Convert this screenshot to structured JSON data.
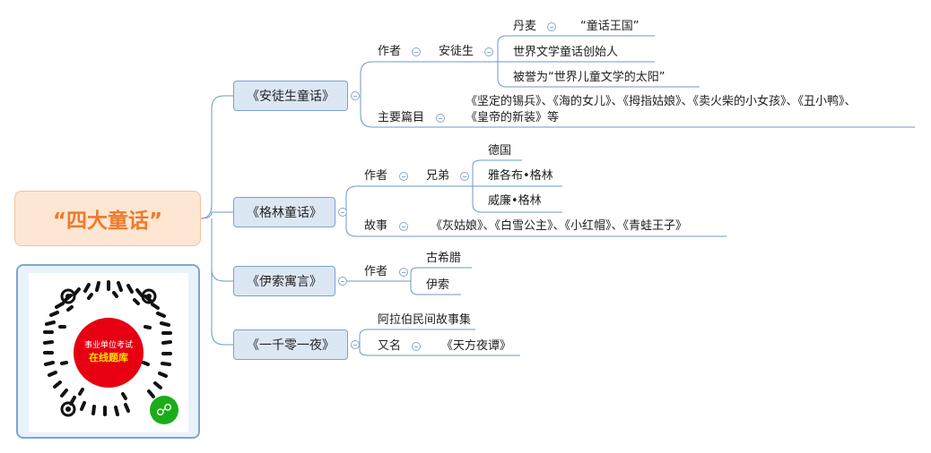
{
  "root": "“四大童话”",
  "topics": {
    "andersen": "《安徒生童话》",
    "grimm": "《格林童话》",
    "aesop": "《伊索寓言》",
    "arabian": "《一千零一夜》"
  },
  "andersen": {
    "author_label": "作者",
    "author": "安徒生",
    "facts": [
      "丹麦",
      "“童话王国”",
      "世界文学童话创始人",
      "被誉为“世界儿童文学的太阳”"
    ],
    "works_label": "主要篇目",
    "works_line1": "《坚定的锡兵》、《海的女儿》、《拇指姑娘》、《卖火柴的小女孩》、《丑小鸭》、",
    "works_line2": "《皇帝的新装》等"
  },
  "grimm": {
    "author_label": "作者",
    "author": "兄弟",
    "facts": [
      "德国",
      "雅各布•格林",
      "威廉•格林"
    ],
    "stories_label": "故事",
    "stories": "《灰姑娘》、《白雪公主》、《小红帽》、《青蛙王子》"
  },
  "aesop": {
    "author_label": "作者",
    "facts": [
      "古希腊",
      "伊索"
    ]
  },
  "arabian": {
    "origin": "阿拉伯民间故事集",
    "alias_label": "又名",
    "alias": "《天方夜谭》"
  },
  "qr": {
    "line1": "事业单位考试",
    "line2": "在线题库"
  },
  "colors": {
    "root_text": "#ee7a2a",
    "root_bg": "#fde6d2",
    "topic_bg": "#dce7f4",
    "line": "#6f97c8"
  }
}
